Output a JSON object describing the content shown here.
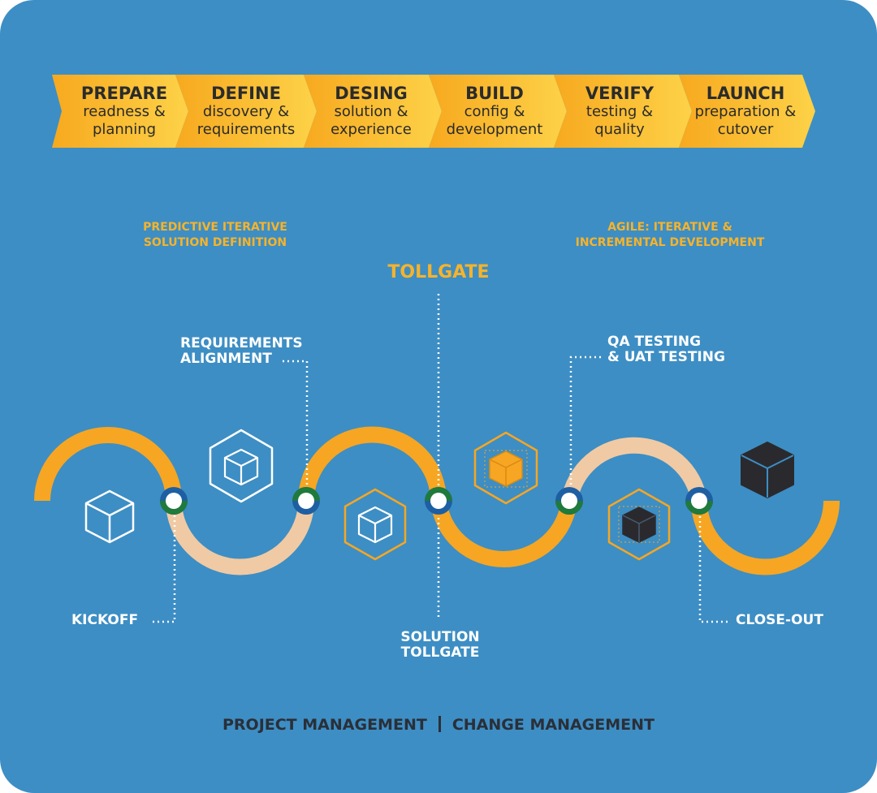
{
  "phases": [
    {
      "name": "PREPARE",
      "desc1": "readness &",
      "desc2": "planning"
    },
    {
      "name": "DEFINE",
      "desc1": "discovery &",
      "desc2": "requirements"
    },
    {
      "name": "DESING",
      "desc1": "solution &",
      "desc2": "experience"
    },
    {
      "name": "BUILD",
      "desc1": "config &",
      "desc2": "development"
    },
    {
      "name": "VERIFY",
      "desc1": "testing &",
      "desc2": "quality"
    },
    {
      "name": "LAUNCH",
      "desc1": "preparation &",
      "desc2": "cutover"
    }
  ],
  "notes": {
    "predictive_line1": "PREDICTIVE ITERATIVE",
    "predictive_line2": "SOLUTION DEFINITION",
    "agile_line1": "AGILE: ITERATIVE &",
    "agile_line2": "INCREMENTAL DEVELOPMENT",
    "tollgate": "TOLLGATE"
  },
  "milestones": {
    "requirements_line1": "REQUIREMENTS",
    "requirements_line2": "ALIGNMENT",
    "qa_line1": "QA TESTING",
    "qa_line2": "& UAT TESTING",
    "kickoff": "KICKOFF",
    "solution_line1": "SOLUTION",
    "solution_line2": "TOLLGATE",
    "closeout": "CLOSE-OUT"
  },
  "footer": {
    "left": "PROJECT MANAGEMENT",
    "right": "CHANGE MANAGEMENT"
  },
  "colors": {
    "background": "#3d8ec4",
    "accent_orange": "#f6a623",
    "light_peach": "#f0caa4",
    "phase_yellow": "#fdc52f",
    "dark_text": "#2a2f38",
    "node_green": "#1f7a3c",
    "node_blue": "#1e5fa3"
  }
}
